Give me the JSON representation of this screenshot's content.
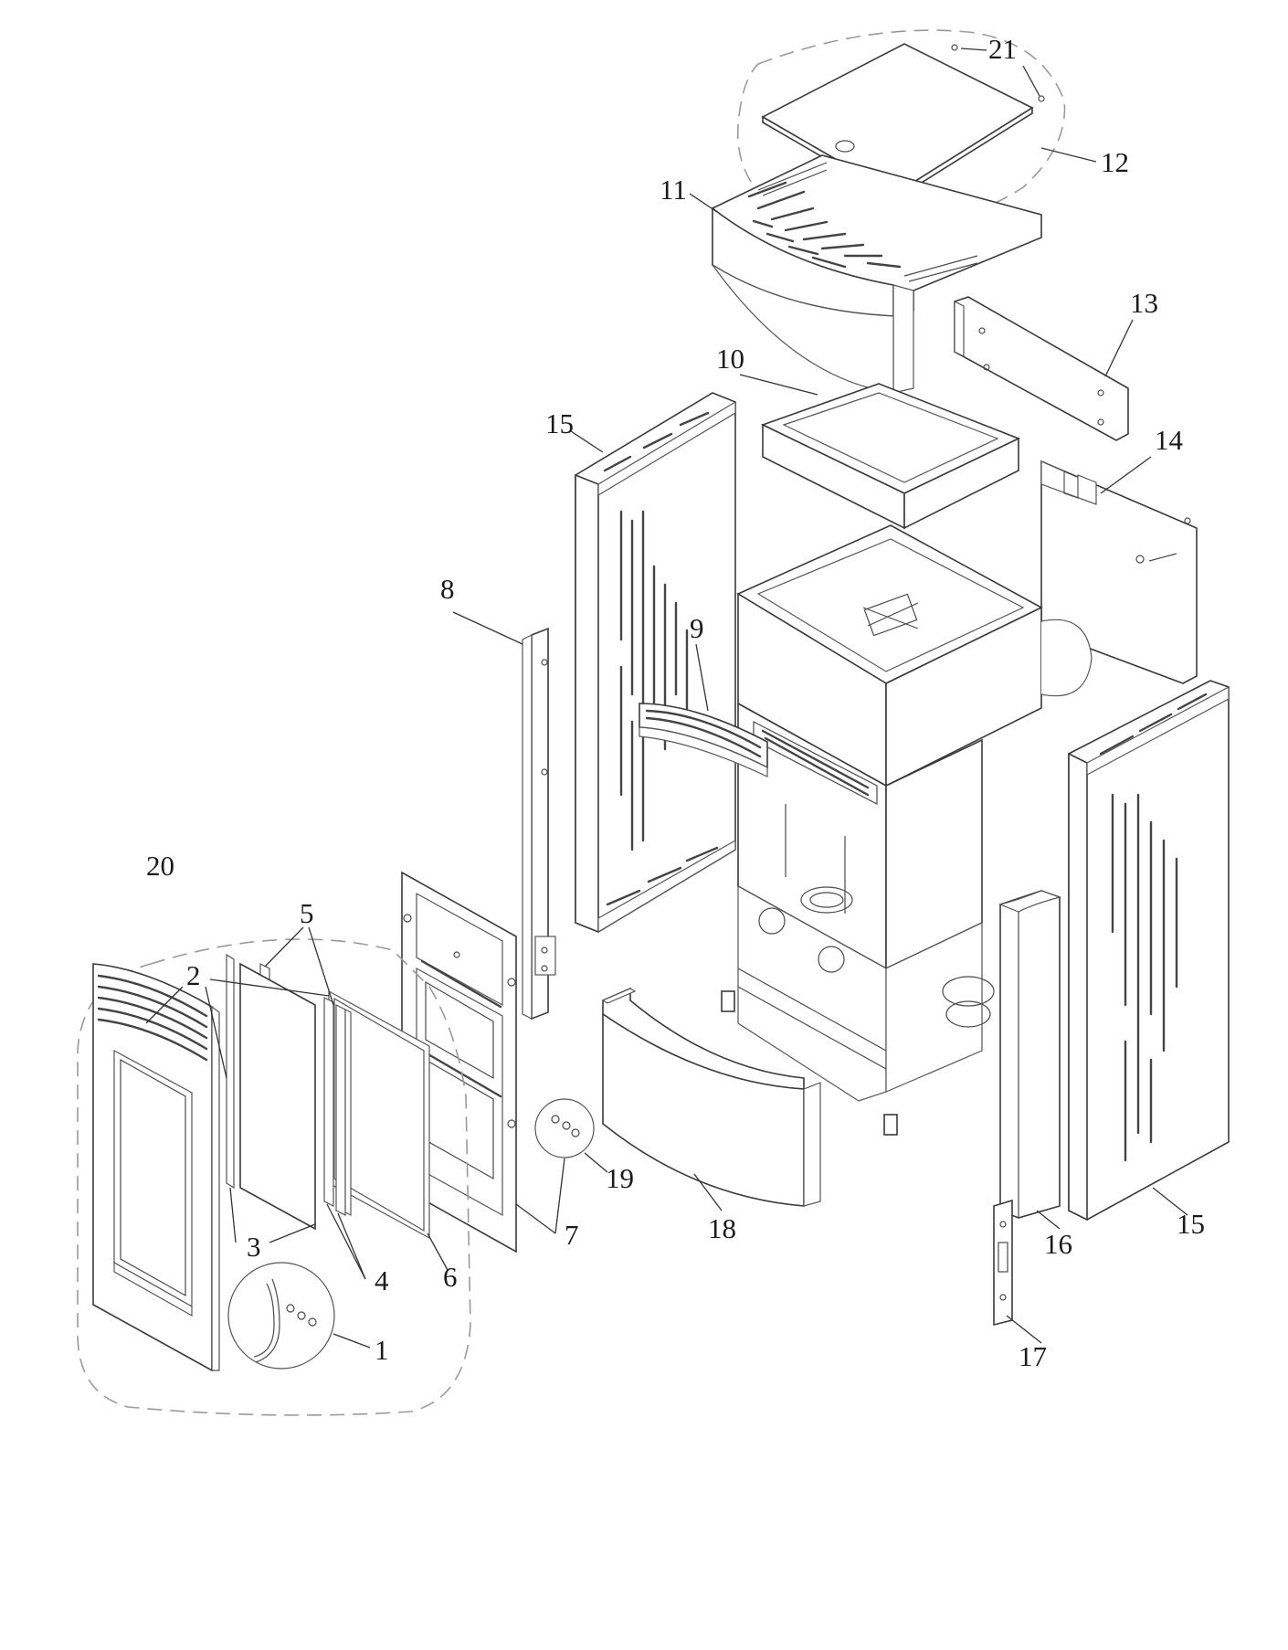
{
  "callouts": [
    {
      "id": "c1",
      "label": "1"
    },
    {
      "id": "c2",
      "label": "2"
    },
    {
      "id": "c3",
      "label": "3"
    },
    {
      "id": "c4",
      "label": "4"
    },
    {
      "id": "c5",
      "label": "5"
    },
    {
      "id": "c6",
      "label": "6"
    },
    {
      "id": "c7",
      "label": "7"
    },
    {
      "id": "c8",
      "label": "8"
    },
    {
      "id": "c9",
      "label": "9"
    },
    {
      "id": "c10",
      "label": "10"
    },
    {
      "id": "c11",
      "label": "11"
    },
    {
      "id": "c12",
      "label": "12"
    },
    {
      "id": "c13",
      "label": "13"
    },
    {
      "id": "c14",
      "label": "14"
    },
    {
      "id": "c15a",
      "label": "15"
    },
    {
      "id": "c15b",
      "label": "15"
    },
    {
      "id": "c16",
      "label": "16"
    },
    {
      "id": "c17",
      "label": "17"
    },
    {
      "id": "c18",
      "label": "18"
    },
    {
      "id": "c19",
      "label": "19"
    },
    {
      "id": "c20",
      "label": "20"
    },
    {
      "id": "c21",
      "label": "21"
    }
  ]
}
